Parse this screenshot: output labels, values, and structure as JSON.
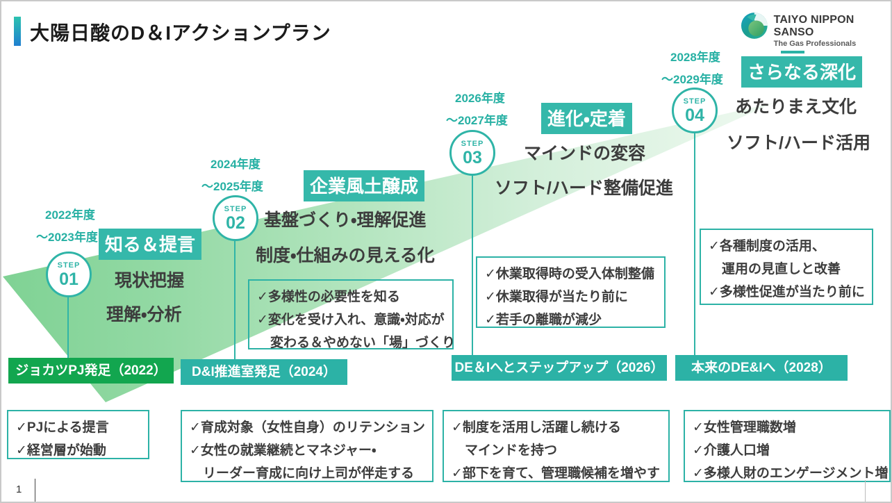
{
  "colors": {
    "accent_teal": "#2cb2a6",
    "accent_green": "#12a64f",
    "beam_green": "#7fd294",
    "title_bar_gradient_top": "#2cc2b0",
    "title_bar_gradient_bottom": "#1f7fd0"
  },
  "header": {
    "title": "大陽日酸のD＆Iアクションプラン"
  },
  "logo": {
    "company": "TAIYO NIPPON SANSO",
    "tagline": "The Gas Professionals"
  },
  "steps": [
    {
      "years": [
        "2022年度",
        "〜2023年度"
      ],
      "step_word": "STEP",
      "number": "01",
      "headline": "知る＆提言",
      "lines": [
        "現状把握",
        "理解・分析"
      ]
    },
    {
      "years": [
        "2024年度",
        "〜2025年度"
      ],
      "step_word": "STEP",
      "number": "02",
      "headline": "企業風土醸成",
      "lines": [
        "基盤づくり・理解促進",
        "制度・仕組みの見える化"
      ]
    },
    {
      "years": [
        "2026年度",
        "〜2027年度"
      ],
      "step_word": "STEP",
      "number": "03",
      "headline": "進化・定着",
      "lines": [
        "マインドの変容",
        "ソフト/ハード整備促進"
      ]
    },
    {
      "years": [
        "2028年度",
        "〜2029年度"
      ],
      "step_word": "STEP",
      "number": "04",
      "headline": "さらなる深化",
      "lines": [
        "あたりまえ文化",
        "ソフト/ハード活用"
      ]
    }
  ],
  "upper_boxes": [
    {
      "lines": [
        "✓多様性の必要性を知る",
        "✓変化を受け入れ、意識・対応が",
        "　変わる＆やめない「場」づくり"
      ]
    },
    {
      "lines": [
        "✓休業取得時の受入体制整備",
        "✓休業取得が当たり前に",
        "✓若手の離職が減少"
      ]
    },
    {
      "lines": [
        "✓各種制度の活用、",
        "　運用の見直しと改善",
        "✓多様性促進が当たり前に"
      ]
    }
  ],
  "milestones": [
    {
      "label": "ジョカツPJ発足（2022）"
    },
    {
      "label": "D&I推進室発足（2024）"
    },
    {
      "label": "DE＆Iへとステップアップ（2026）"
    },
    {
      "label": "本来のDE&Iへ（2028）"
    }
  ],
  "lower_boxes": [
    {
      "lines": [
        "✓PJによる提言",
        "✓経営層が始動"
      ]
    },
    {
      "lines": [
        "✓育成対象（女性自身）のリテンション",
        "✓女性の就業継続とマネジャー・",
        "　リーダー育成に向け上司が伴走する"
      ]
    },
    {
      "lines": [
        "✓制度を活用し活躍し続ける",
        "　マインドを持つ",
        "✓部下を育て、管理職候補を増やす"
      ]
    },
    {
      "lines": [
        "✓女性管理職数増",
        "✓介護人口増",
        "✓多様人財のエンゲージメント増"
      ]
    }
  ],
  "footer": {
    "page_number": "1"
  }
}
